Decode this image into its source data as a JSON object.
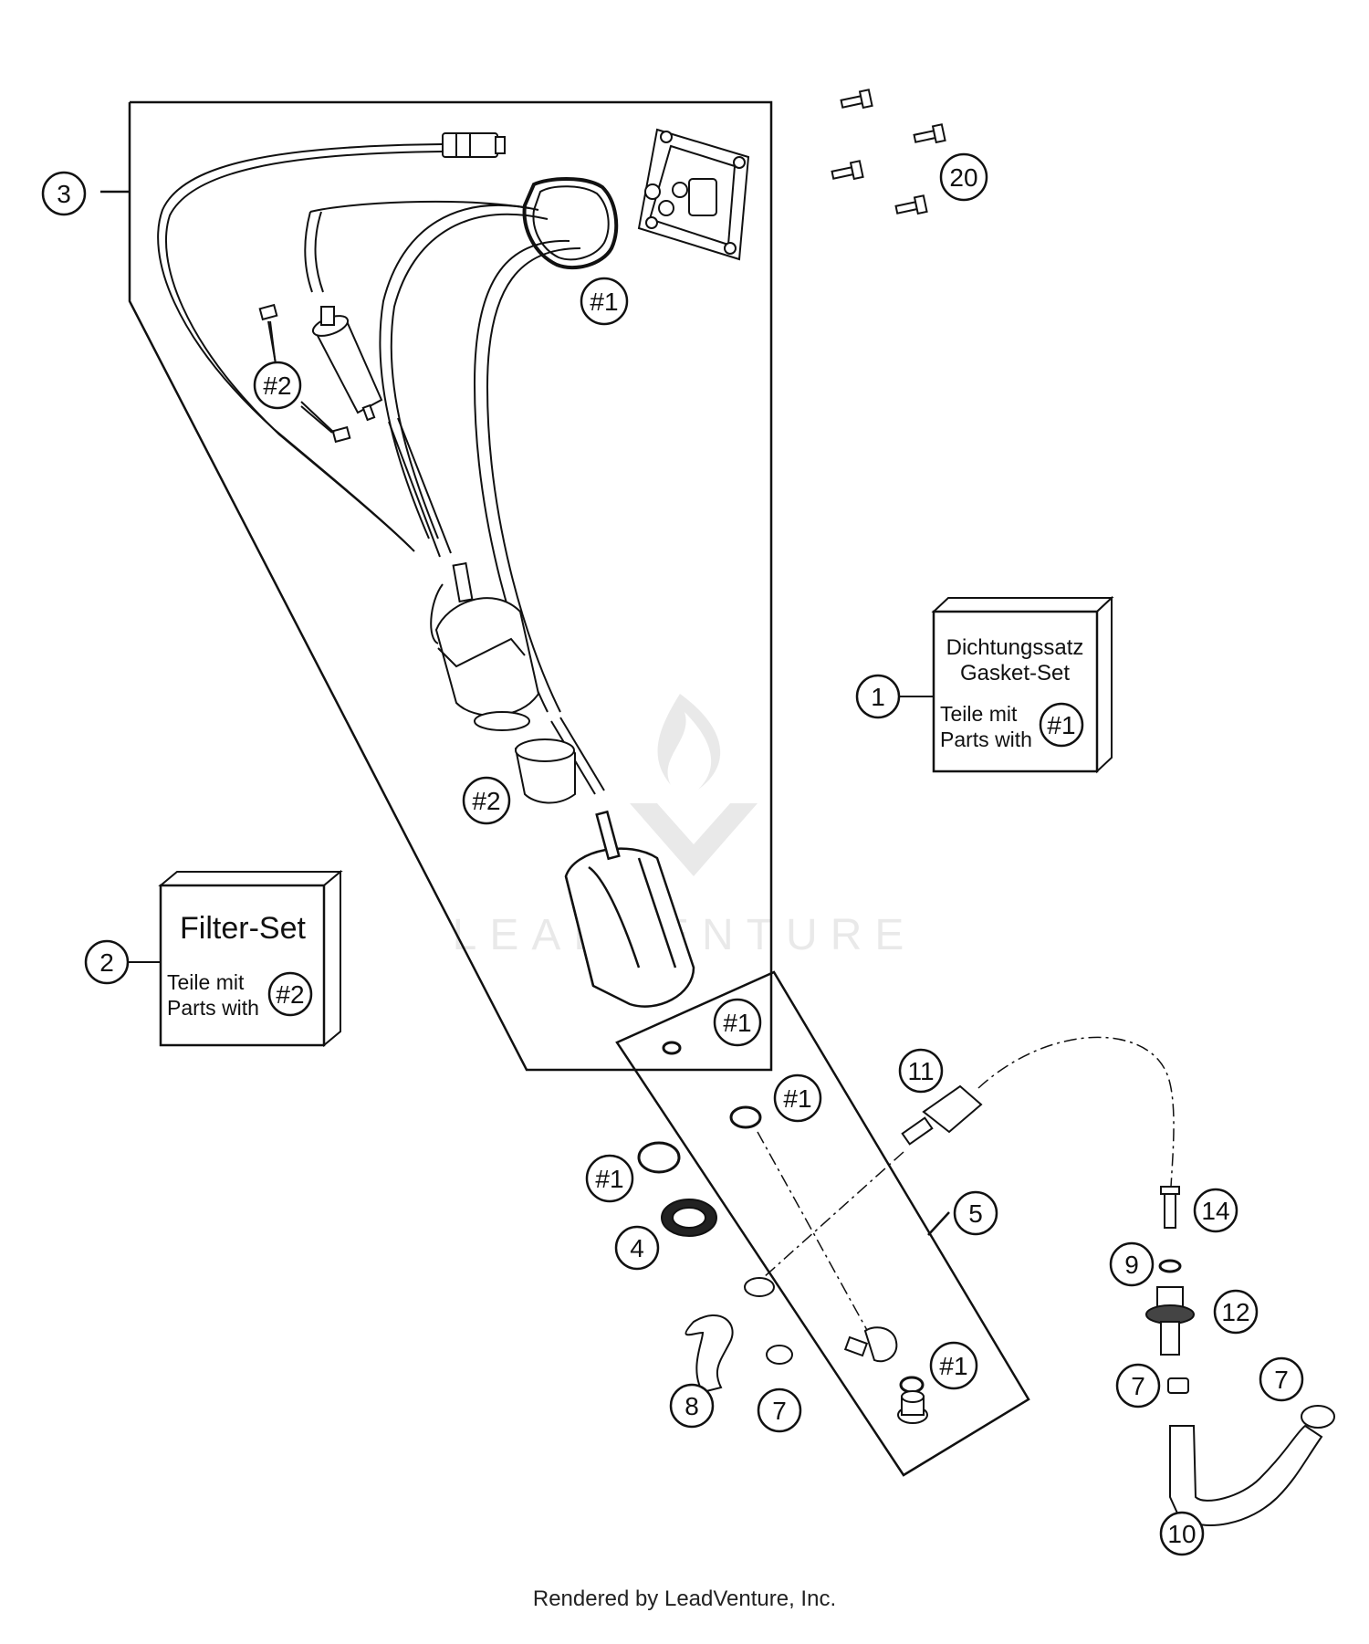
{
  "callouts": {
    "c1": "1",
    "c2": "2",
    "c3": "3",
    "c4": "4",
    "c5": "5",
    "c7a": "7",
    "c7b": "7",
    "c7c": "7",
    "c8": "8",
    "c9": "9",
    "c10": "10",
    "c11": "11",
    "c12": "12",
    "c14": "14",
    "c20": "20",
    "ref1_a": "#1",
    "ref1_b": "#1",
    "ref1_c": "#1",
    "ref1_d": "#1",
    "ref1_e": "#1",
    "ref2_a": "#2",
    "ref2_b": "#2"
  },
  "gasket_set": {
    "title_de": "Dichtungssatz",
    "title_en": "Gasket-Set",
    "parts_de": "Teile mit",
    "parts_en": "Parts with",
    "ref": "#1"
  },
  "filter_set": {
    "title": "Filter-Set",
    "parts_de": "Teile mit",
    "parts_en": "Parts with",
    "ref": "#2"
  },
  "watermark": "LEADVENTURE",
  "footer": "Rendered by LeadVenture, Inc."
}
